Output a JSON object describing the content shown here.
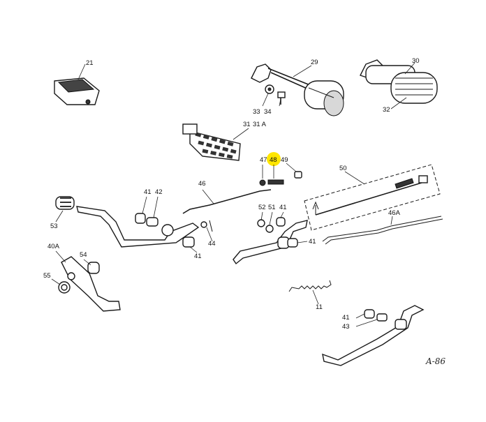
{
  "labels": {
    "p21": "21",
    "p29": "29",
    "p30": "30",
    "p32": "32",
    "p33": "33",
    "p34": "34",
    "p31": "31",
    "p31a": "31 A",
    "p47": "47",
    "p48": "48",
    "p49": "49",
    "p50": "50",
    "p46": "46",
    "p46a": "46A",
    "p41a": "41",
    "p42": "42",
    "p53": "53",
    "p40a": "40A",
    "p54": "54",
    "p55": "55",
    "p41b": "41",
    "p44": "44",
    "p52": "52",
    "p51": "51",
    "p41c": "41",
    "p41d": "41",
    "p11": "11",
    "p41e": "41",
    "p43": "43"
  },
  "signature": "A-86",
  "highlight": {
    "part": "48",
    "color": "#ffe600"
  }
}
